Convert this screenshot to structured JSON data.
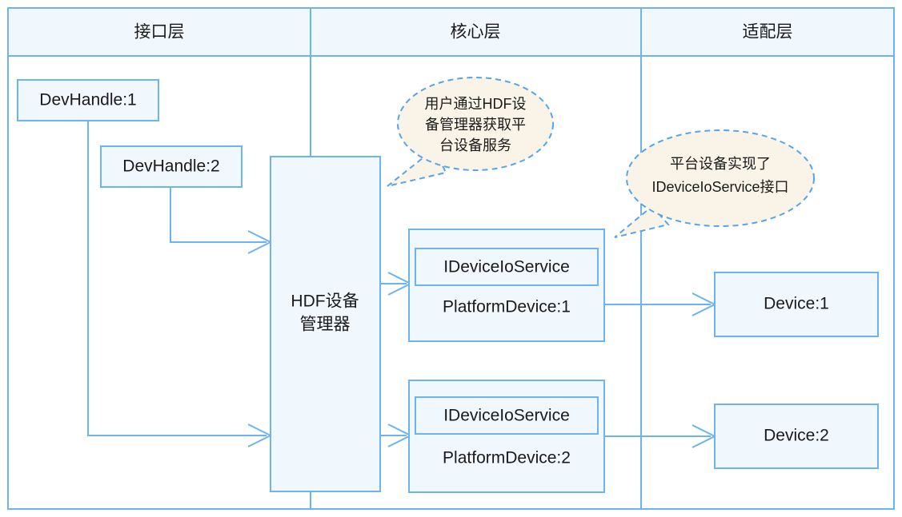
{
  "diagram": {
    "title_lanes": [
      {
        "id": "interface-layer",
        "label": "接口层"
      },
      {
        "id": "core-layer",
        "label": "核心层"
      },
      {
        "id": "adaptation-layer",
        "label": "适配层"
      }
    ],
    "colors": {
      "node_fill": "#f0f7fd",
      "node_stroke": "#6cb4ee",
      "callout_fill": "#faf4e8",
      "callout_stroke": "#56a5e8",
      "text": "#1a1a1a",
      "background": "#ffffff"
    },
    "nodes": {
      "dev_handle_1": "DevHandle:1",
      "dev_handle_2": "DevHandle:2",
      "hdf_manager_line1": "HDF设备",
      "hdf_manager_line2": "管理器",
      "idevice_io_service_1": "IDeviceIoService",
      "platform_device_1": "PlatformDevice:1",
      "idevice_io_service_2": "IDeviceIoService",
      "platform_device_2": "PlatformDevice:2",
      "device_1": "Device:1",
      "device_2": "Device:2"
    },
    "callouts": [
      {
        "id": "callout-user-via-hdf",
        "lines": [
          "用户通过HDF设",
          "备管理器获取平",
          "台设备服务"
        ]
      },
      {
        "id": "callout-platform-implements",
        "lines": [
          "平台设备实现了",
          "IDeviceIoService接口"
        ]
      }
    ]
  }
}
